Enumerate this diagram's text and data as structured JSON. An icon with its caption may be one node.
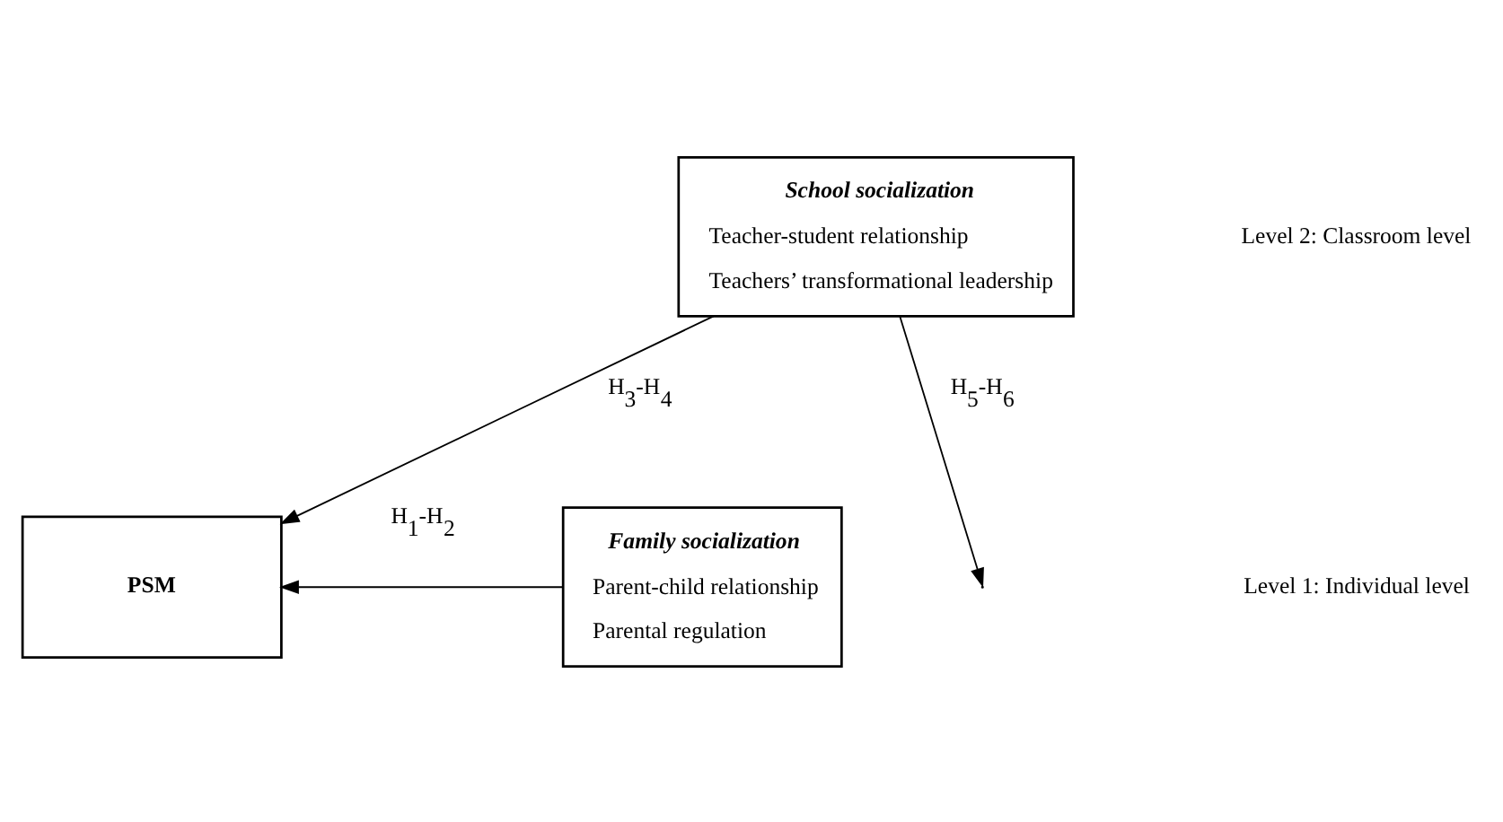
{
  "diagram": {
    "nodes": [
      {
        "text": [
          "School socialization",
          "Teacher-student relationship",
          "Teachers’ transformational leadership"
        ]
      },
      {
        "text": [
          "Family socialization",
          "Parent-child relationship",
          "Parental regulation"
        ]
      },
      {
        "text": [
          "PSM"
        ]
      }
    ],
    "edges": [
      {
        "from": 0,
        "to": 2,
        "arrow": "to",
        "label": "H$_{3}$-H$_{4}$"
      },
      {
        "from": 1,
        "to": 2,
        "arrow": "to",
        "label": "H$_{1}$-H$_{2}$"
      },
      {
        "from": 0,
        "to": null,
        "arrow": "to",
        "label": "H$_{5}$-H$_{6}$"
      }
    ],
    "labels": [
      "Level 2: Classroom level",
      "Level 1: Individual level"
    ]
  }
}
